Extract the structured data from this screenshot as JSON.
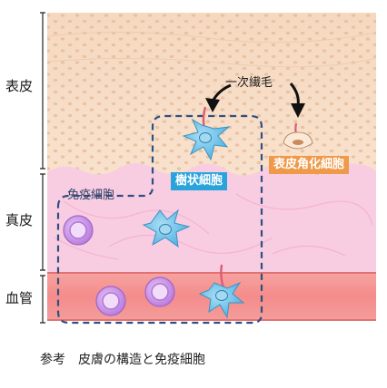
{
  "layers": {
    "epidermis": "表皮",
    "dermis": "真皮",
    "blood_vessel": "血管"
  },
  "labels": {
    "primary_cilium": "一次繊毛",
    "immune_cells": "免疫細胞"
  },
  "tags": {
    "dendritic_cell": "樹状細胞",
    "keratinocyte": "表皮角化細胞"
  },
  "caption": "参考　皮膚の構造と免疫細胞",
  "colors": {
    "epidermis": "#f7dcc4",
    "epidermis_dot": "#e9c3a2",
    "dermis": "#f9cfe2",
    "vessel": "#f4908f",
    "vessel_border": "#e77473",
    "dendritic_tag": "#29a3dc",
    "keratinocyte_tag": "#ee9a4a",
    "dendritic_cell": "#5cbbe5",
    "immune_cell": "#c98ee6",
    "dashed_outline": "#2f4f80",
    "cilium": "#e05a74"
  }
}
